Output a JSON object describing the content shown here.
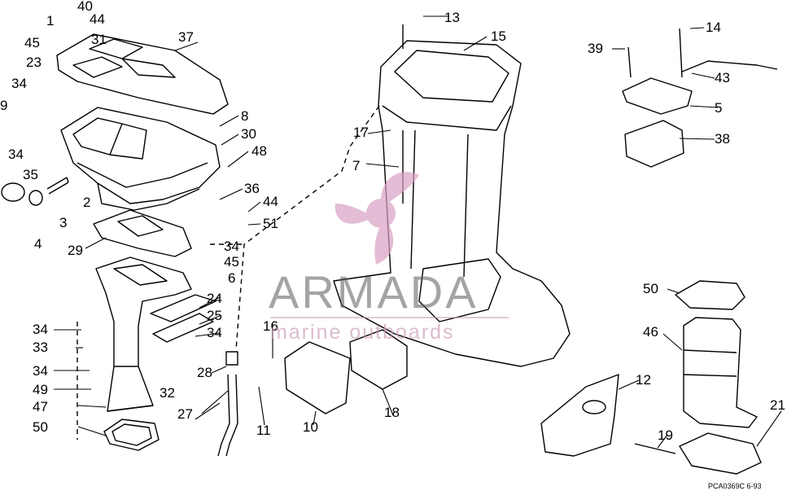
{
  "callouts": [
    {
      "id": "40",
      "text": "40"
    },
    {
      "id": "44a",
      "text": "44"
    },
    {
      "id": "1",
      "text": "1"
    },
    {
      "id": "45a",
      "text": "45"
    },
    {
      "id": "31",
      "text": "31"
    },
    {
      "id": "37",
      "text": "37"
    },
    {
      "id": "23",
      "text": "23"
    },
    {
      "id": "34a",
      "text": "34"
    },
    {
      "id": "9",
      "text": "9"
    },
    {
      "id": "34b",
      "text": "34"
    },
    {
      "id": "35",
      "text": "35"
    },
    {
      "id": "2",
      "text": "2"
    },
    {
      "id": "3",
      "text": "3"
    },
    {
      "id": "4",
      "text": "4"
    },
    {
      "id": "29",
      "text": "29"
    },
    {
      "id": "8",
      "text": "8"
    },
    {
      "id": "30",
      "text": "30"
    },
    {
      "id": "48",
      "text": "48"
    },
    {
      "id": "36",
      "text": "36"
    },
    {
      "id": "44b",
      "text": "44"
    },
    {
      "id": "51",
      "text": "51"
    },
    {
      "id": "34c",
      "text": "34"
    },
    {
      "id": "45b",
      "text": "45"
    },
    {
      "id": "6",
      "text": "6"
    },
    {
      "id": "24",
      "text": "24"
    },
    {
      "id": "25",
      "text": "25"
    },
    {
      "id": "34d",
      "text": "34"
    },
    {
      "id": "34e",
      "text": "34"
    },
    {
      "id": "33",
      "text": "33"
    },
    {
      "id": "28",
      "text": "28"
    },
    {
      "id": "34f",
      "text": "34"
    },
    {
      "id": "49",
      "text": "49"
    },
    {
      "id": "32",
      "text": "32"
    },
    {
      "id": "47",
      "text": "47"
    },
    {
      "id": "27",
      "text": "27"
    },
    {
      "id": "50a",
      "text": "50"
    },
    {
      "id": "13",
      "text": "13"
    },
    {
      "id": "15",
      "text": "15"
    },
    {
      "id": "17",
      "text": "17"
    },
    {
      "id": "7",
      "text": "7"
    },
    {
      "id": "16",
      "text": "16"
    },
    {
      "id": "11",
      "text": "11"
    },
    {
      "id": "10",
      "text": "10"
    },
    {
      "id": "18",
      "text": "18"
    },
    {
      "id": "14",
      "text": "14"
    },
    {
      "id": "39",
      "text": "39"
    },
    {
      "id": "43",
      "text": "43"
    },
    {
      "id": "5",
      "text": "5"
    },
    {
      "id": "38",
      "text": "38"
    },
    {
      "id": "50b",
      "text": "50"
    },
    {
      "id": "46",
      "text": "46"
    },
    {
      "id": "12",
      "text": "12"
    },
    {
      "id": "19",
      "text": "19"
    },
    {
      "id": "21",
      "text": "21"
    }
  ],
  "watermark": {
    "brand": "ARMADA",
    "tagline": "marine outboards",
    "accent": "#d9a0c4"
  },
  "figure_code": "PCA0369C   6-93"
}
